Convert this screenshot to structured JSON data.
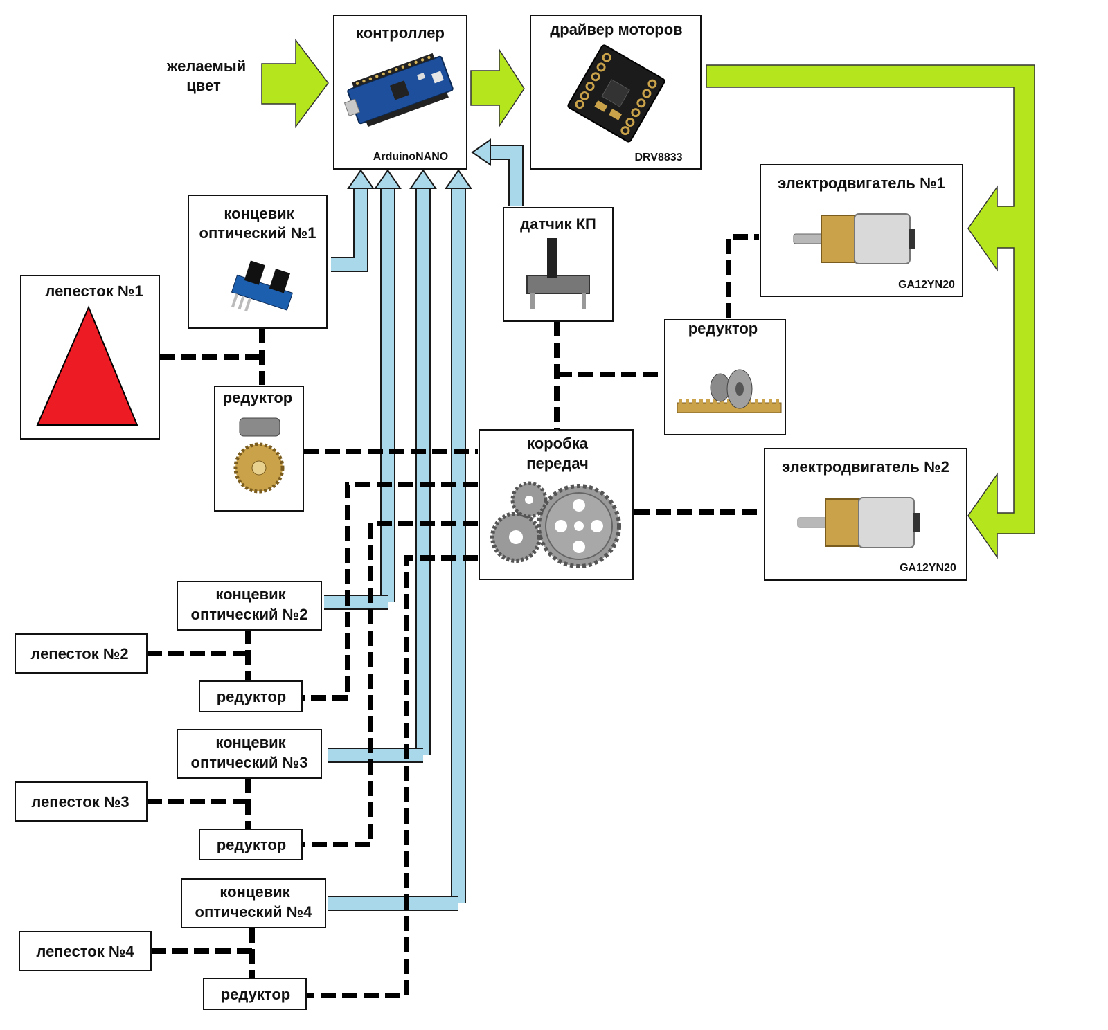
{
  "labels": {
    "desired_color": [
      "желаемый",
      "цвет"
    ],
    "controller_title": "контроллер",
    "controller_model": "ArduinoNANO",
    "driver_title": "драйвер моторов",
    "driver_model": "DRV8833",
    "sensor_title": "датчик КП",
    "motor1_title": "электродвигатель №1",
    "motor1_model": "GA12YN20",
    "motor2_title": "электродвигатель №2",
    "motor2_model": "GA12YN20",
    "reducer_right": "редуктор",
    "gearbox": [
      "коробка",
      "передач"
    ],
    "petal1": "лепесток №1",
    "switch1": [
      "концевик",
      "оптический №1"
    ],
    "reducer1": "редуктор",
    "switch2": [
      "концевик",
      "оптический №2"
    ],
    "petal2": "лепесток №2",
    "reducer2": "редуктор",
    "switch3": [
      "концевик",
      "оптический №3"
    ],
    "petal3": "лепесток №3",
    "reducer3": "редуктор",
    "switch4": [
      "концевик",
      "оптический №4"
    ],
    "petal4": "лепесток №4",
    "reducer4": "редуктор"
  },
  "colors": {
    "power_arrow": "#b5e61d",
    "signal_arrow": "#a9d8ea",
    "petal_triangle": "#ed1c24",
    "board_blue": "#1d4f9c",
    "brass": "#c9a24a"
  },
  "icons": [
    "arduino-nano-board",
    "drv8833-board",
    "slide-potentiometer",
    "gear-motor",
    "optical-endstop",
    "worm-gear",
    "rack-gear",
    "gear-cluster"
  ]
}
